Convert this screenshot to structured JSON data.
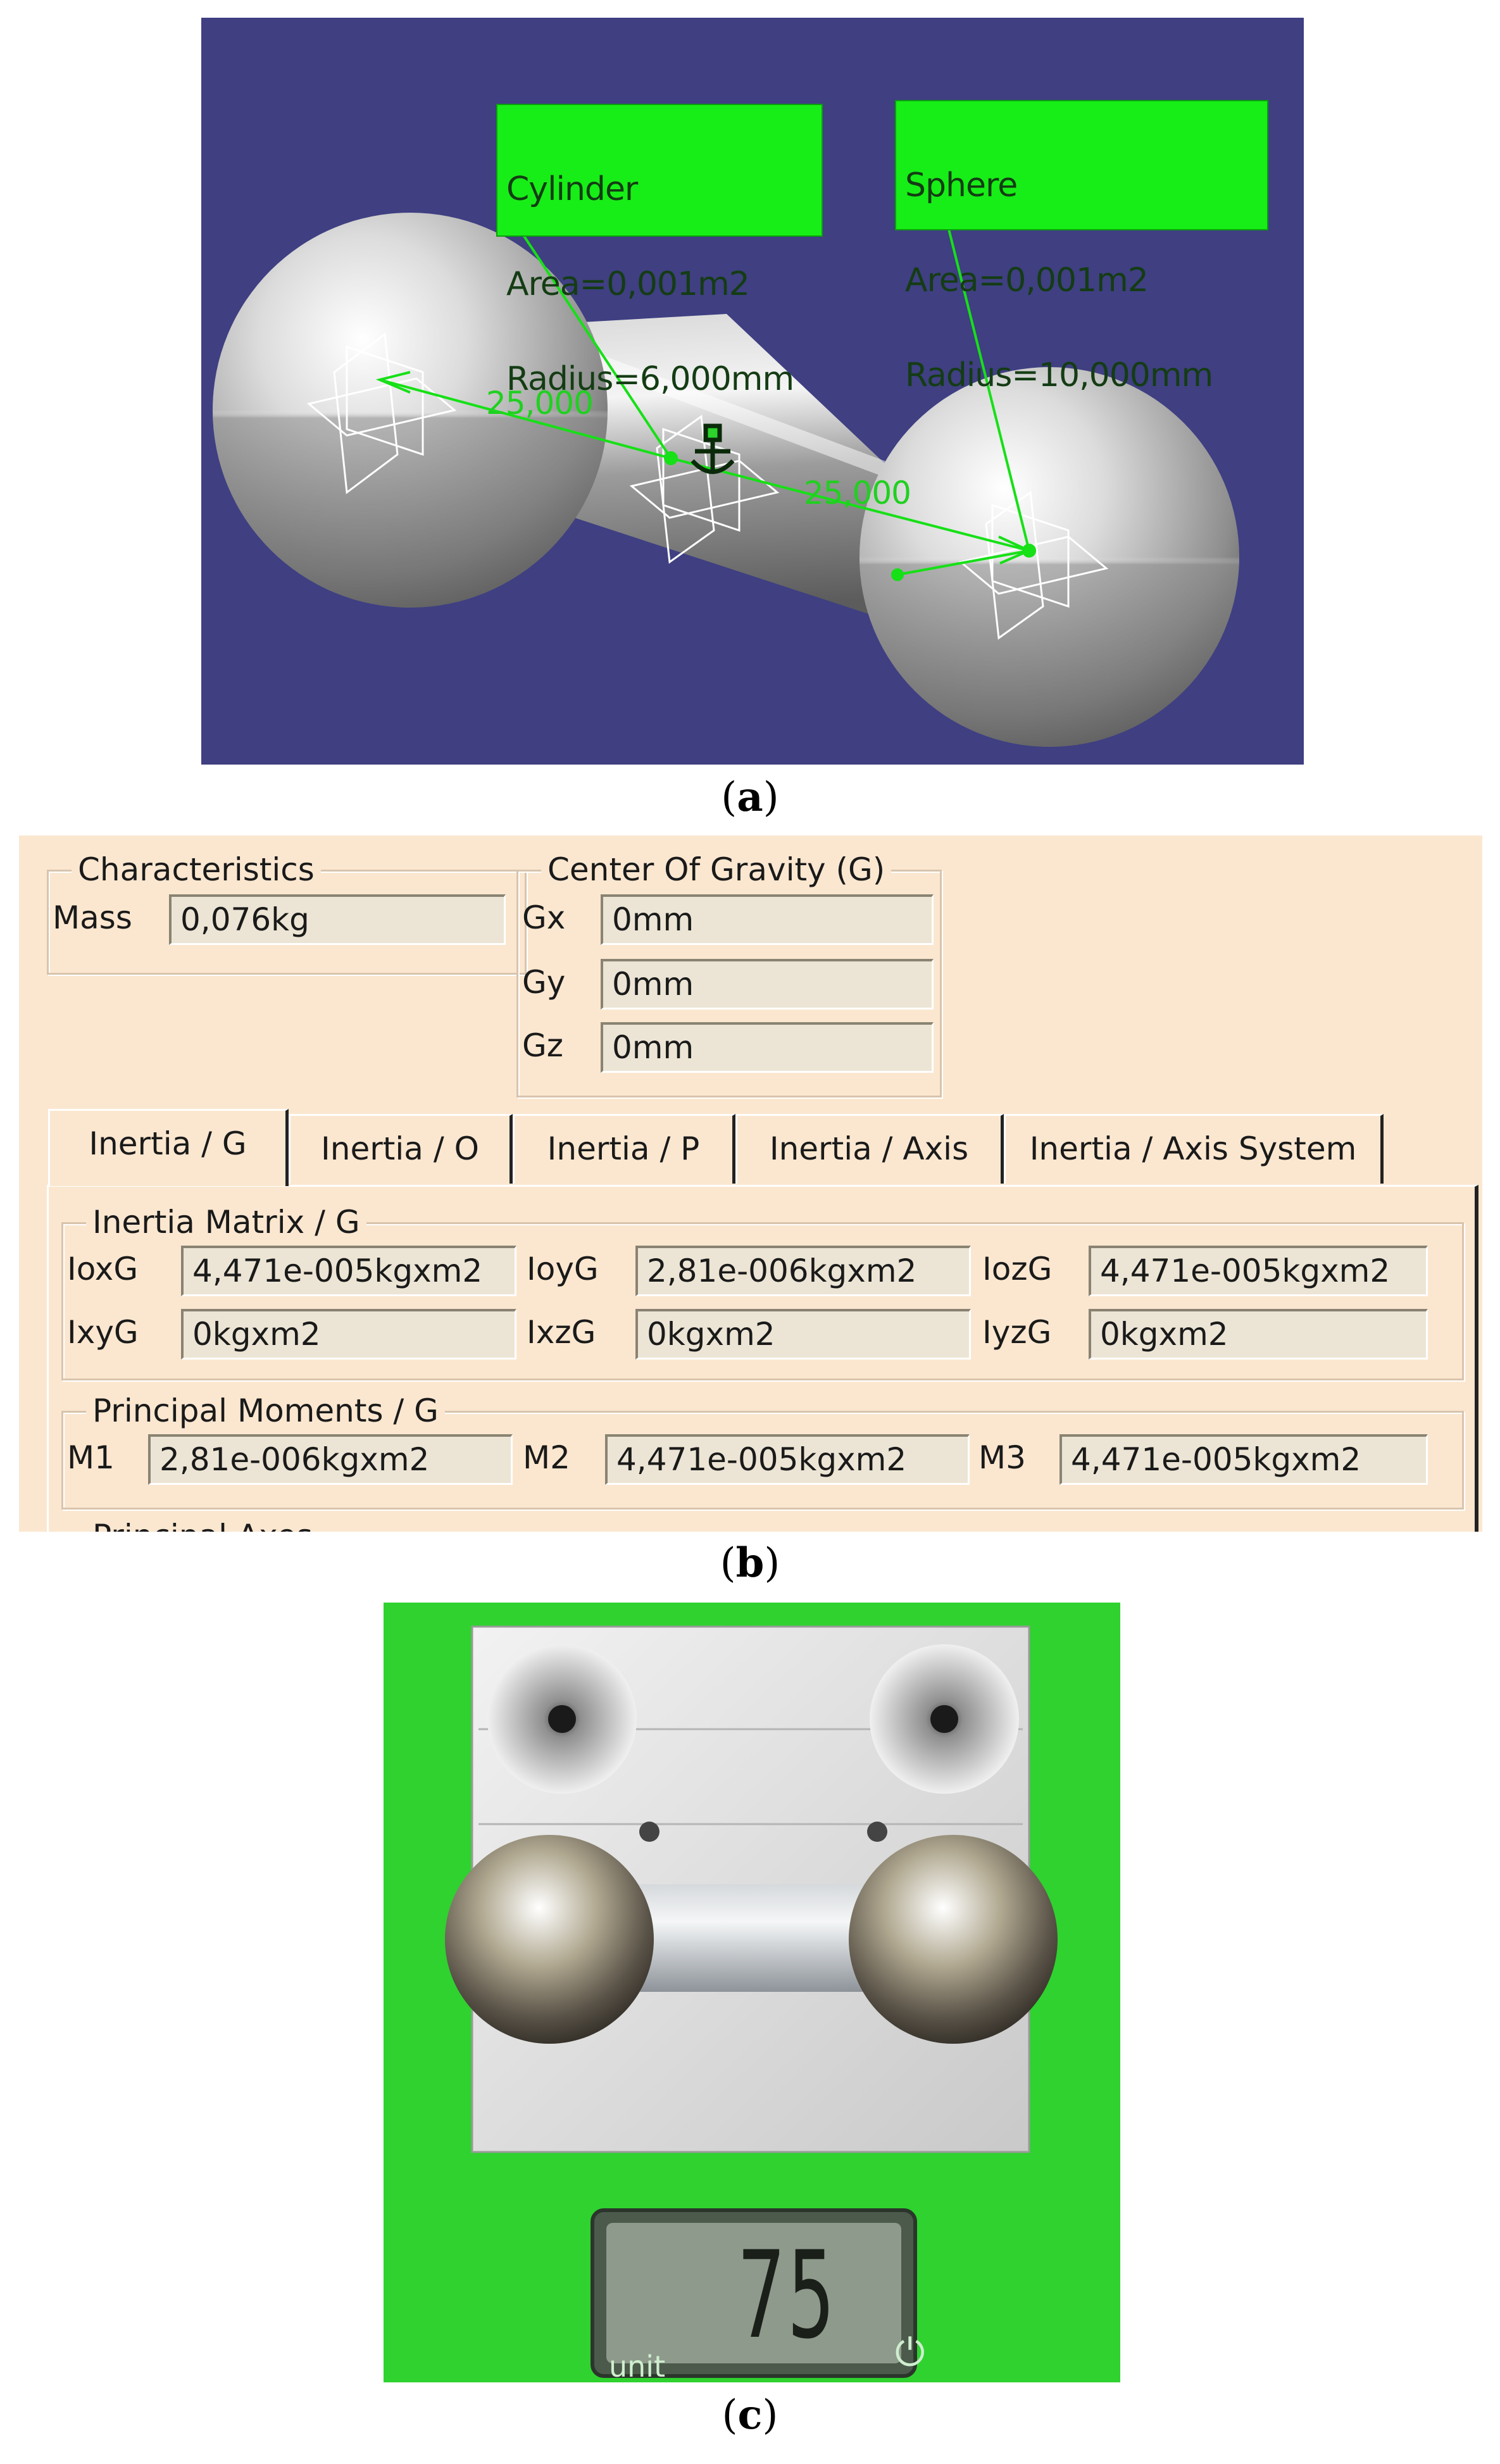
{
  "panel_a": {
    "callout_cylinder": {
      "title": "Cylinder",
      "area": "Area=0,001m2",
      "radius": "Radius=6,000mm"
    },
    "callout_sphere": {
      "title": "Sphere",
      "area": "Area=0,001m2",
      "radius": "Radius=10,000mm"
    },
    "dimension_left": "25,000",
    "dimension_right": "25,000",
    "caption_letter": "a"
  },
  "panel_b": {
    "characteristics": {
      "legend": "Characteristics",
      "mass_label": "Mass",
      "mass_value": "0,076kg"
    },
    "center_of_gravity": {
      "legend": "Center Of Gravity (G)",
      "gx_label": "Gx",
      "gx_value": "0mm",
      "gy_label": "Gy",
      "gy_value": "0mm",
      "gz_label": "Gz",
      "gz_value": "0mm"
    },
    "tabs": [
      {
        "label": "Inertia / G",
        "active": true
      },
      {
        "label": "Inertia / O",
        "active": false
      },
      {
        "label": "Inertia / P",
        "active": false
      },
      {
        "label": "Inertia / Axis",
        "active": false
      },
      {
        "label": "Inertia / Axis System",
        "active": false
      }
    ],
    "inertia_matrix": {
      "legend": "Inertia Matrix / G",
      "ioxg_label": "IoxG",
      "ioxg_value": "4,471e-005kgxm2",
      "ioyg_label": "IoyG",
      "ioyg_value": "2,81e-006kgxm2",
      "iozg_label": "IozG",
      "iozg_value": "4,471e-005kgxm2",
      "ixyg_label": "IxyG",
      "ixyg_value": "0kgxm2",
      "ixzg_label": "IxzG",
      "ixzg_value": "0kgxm2",
      "iyzg_label": "IyzG",
      "iyzg_value": "0kgxm2"
    },
    "principal_moments": {
      "legend": "Principal Moments / G",
      "m1_label": "M1",
      "m1_value": "2,81e-006kgxm2",
      "m2_label": "M2",
      "m2_value": "4,471e-005kgxm2",
      "m3_label": "M3",
      "m3_value": "4,471e-005kgxm2"
    },
    "principal_axes_legend": "Principal Axes",
    "caption_letter": "b"
  },
  "panel_c": {
    "scale_reading": "75",
    "unit_label": "unit",
    "power_icon": "power-icon",
    "caption_letter": "c"
  },
  "colors": {
    "viewport_bg": "#3f3f82",
    "callout_bg": "#17ee17",
    "dialog_bg": "#fbe7d0",
    "field_bg": "#ece5d5",
    "scale_green": "#2fd22f"
  }
}
